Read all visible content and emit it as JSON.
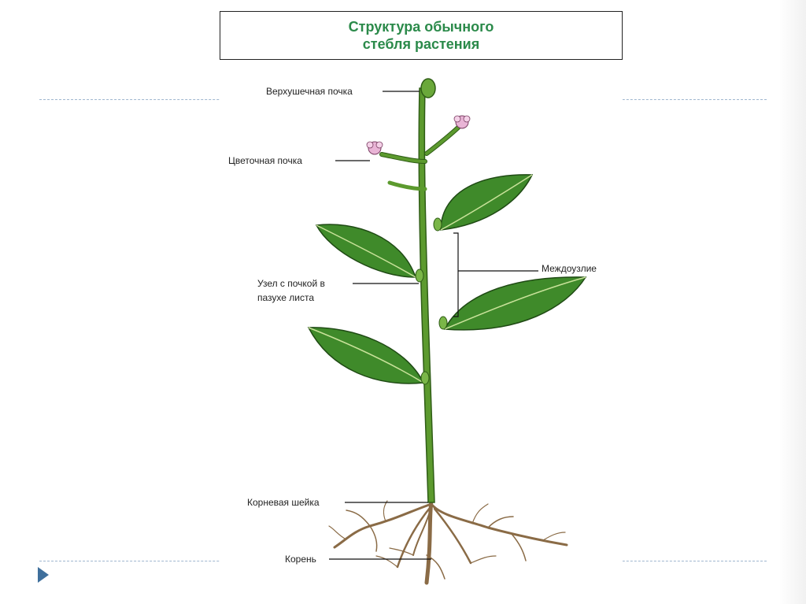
{
  "title": {
    "line1": "Структура обычного",
    "line2": "стебля растения"
  },
  "labels": {
    "apical_bud": "Верхушечная почка",
    "flower_bud": "Цветочная почка",
    "node_line1": "Узел с почкой в",
    "node_line2": "пазухе листа",
    "internode": "Междоузлие",
    "root_collar": "Корневая шейка",
    "root": "Корень"
  },
  "colors": {
    "title_text": "#2b8a4a",
    "stem": "#5c9a2e",
    "leaf": "#3f8a2a",
    "leaf_vein": "#c9e29a",
    "flower": "#e9b4d6",
    "root": "#8a6b46",
    "dash_line": "#9fb6cf",
    "nav_arrow": "#3f6f9c"
  },
  "icons": {
    "nav": "play-triangle-icon"
  }
}
